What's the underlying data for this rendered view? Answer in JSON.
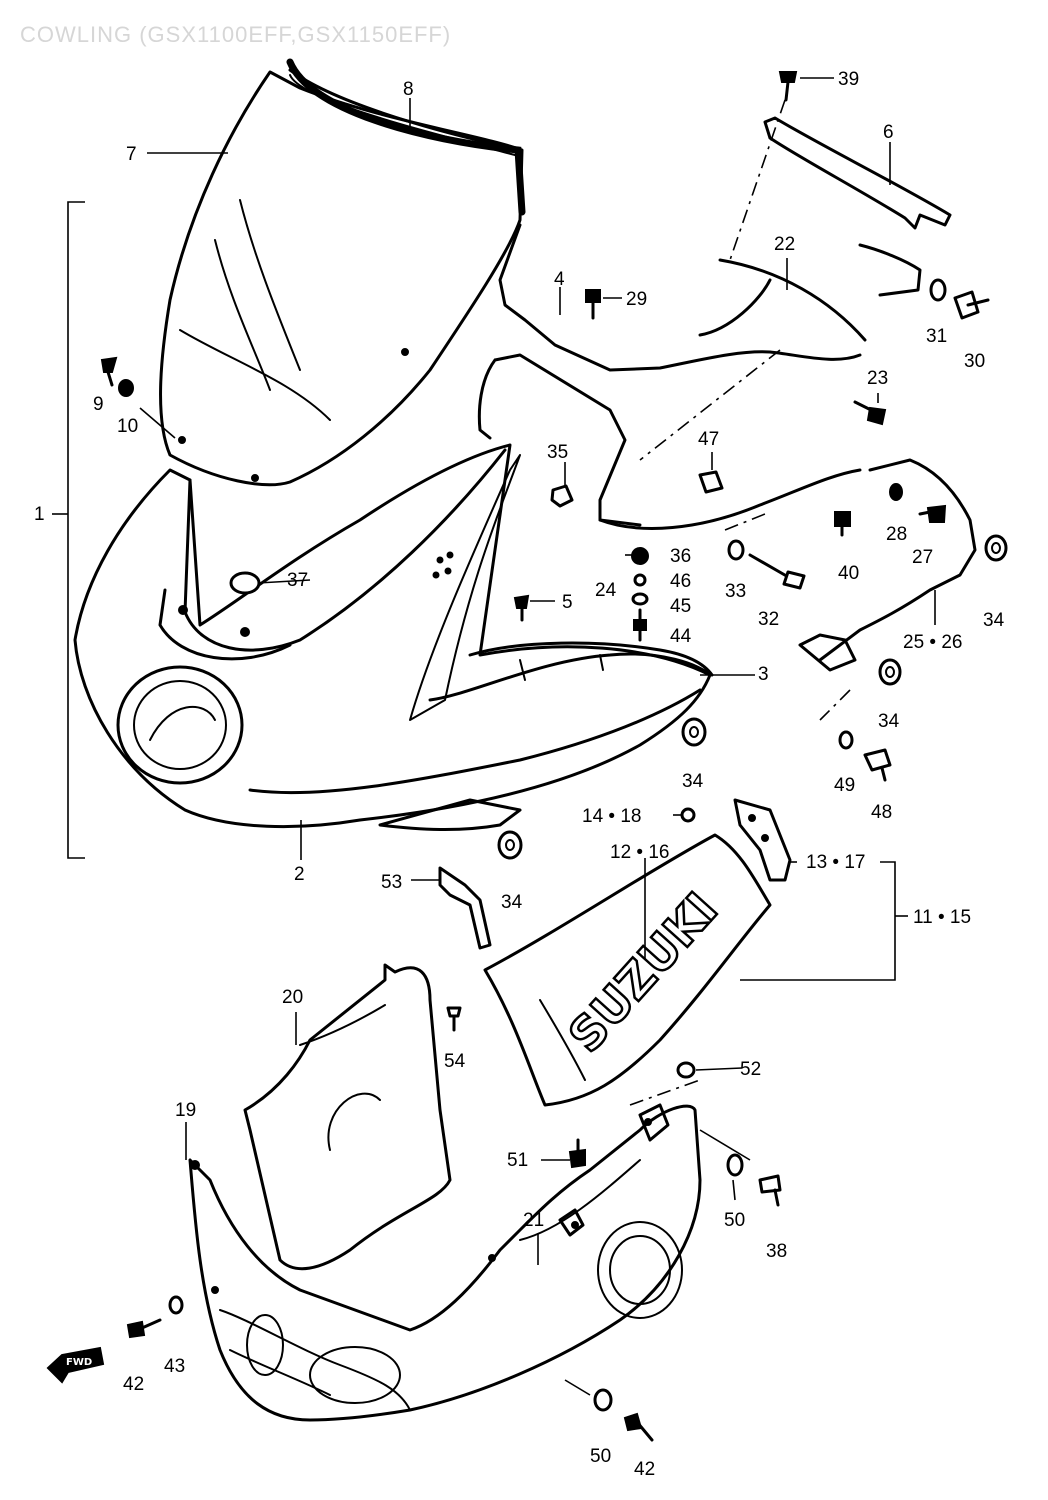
{
  "title": "COWLING (GSX1100EFF,GSX1150EFF)",
  "brand_mark": "SUZUKI",
  "direction_arrow": "FWD",
  "callouts": {
    "c1": "1",
    "c2": "2",
    "c3": "3",
    "c4": "4",
    "c5": "5",
    "c6": "6",
    "c7": "7",
    "c8": "8",
    "c9": "9",
    "c10": "10",
    "c11_15": "11 • 15",
    "c12_16": "12 • 16",
    "c13_17": "13 • 17",
    "c14_18": "14 • 18",
    "c19": "19",
    "c20": "20",
    "c21": "21",
    "c22": "22",
    "c23": "23",
    "c24": "24",
    "c25_26": "25 • 26",
    "c27": "27",
    "c28": "28",
    "c29": "29",
    "c30": "30",
    "c31": "31",
    "c32": "32",
    "c33": "33",
    "c34a": "34",
    "c34b": "34",
    "c34c": "34",
    "c34d": "34",
    "c35": "35",
    "c36": "36",
    "c37": "37",
    "c38": "38",
    "c39": "39",
    "c40": "40",
    "c42a": "42",
    "c42b": "42",
    "c43": "43",
    "c44": "44",
    "c45": "45",
    "c46": "46",
    "c47": "47",
    "c48": "48",
    "c49": "49",
    "c50a": "50",
    "c50b": "50",
    "c51": "51",
    "c52": "52",
    "c53": "53",
    "c54": "54"
  },
  "colors": {
    "ink": "#000000",
    "paper": "#ffffff",
    "title_gray": "#d6d6d6"
  }
}
